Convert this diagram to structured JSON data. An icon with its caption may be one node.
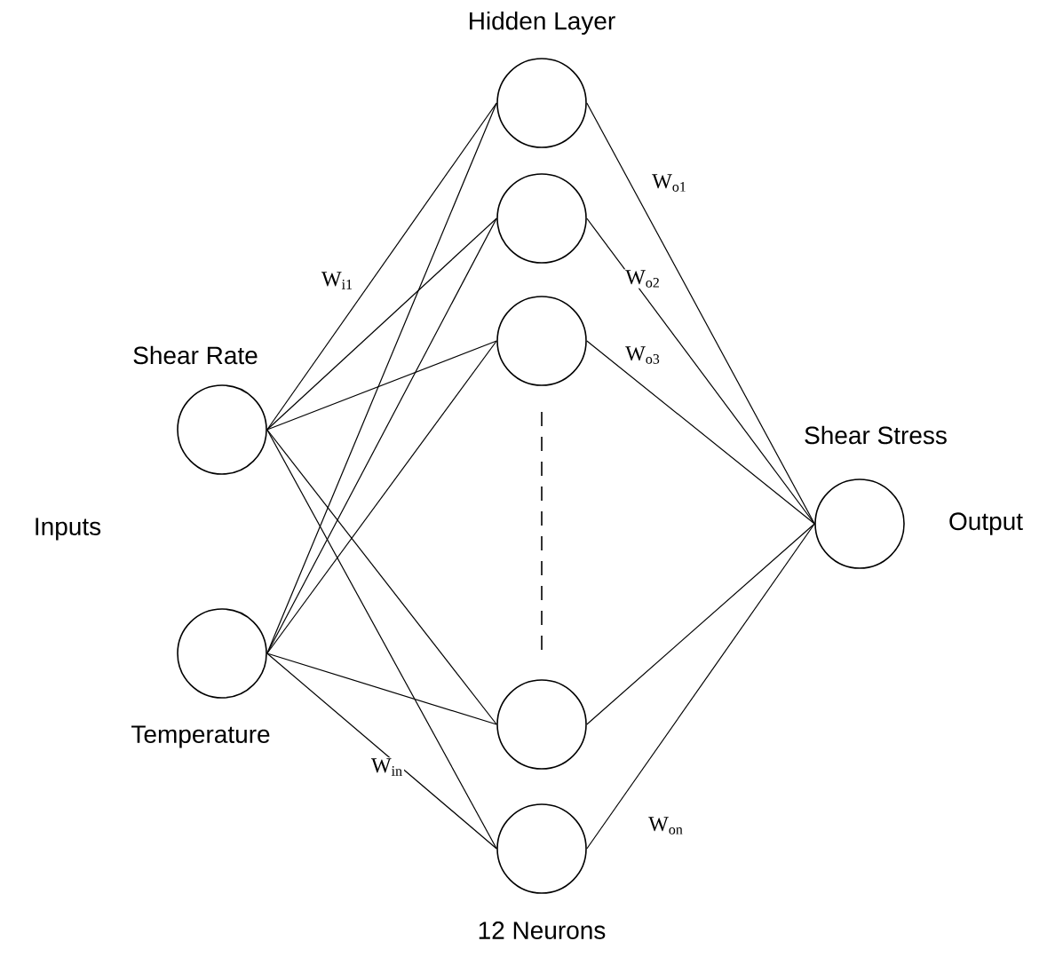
{
  "diagram": {
    "nodes": [
      {
        "text": [
          "Shear Rate"
        ]
      },
      {
        "text": [
          "Temperature"
        ]
      },
      {
        "text": [],
        "shape": "circle"
      },
      {
        "text": [],
        "shape": "circle"
      },
      {
        "text": [],
        "shape": "circle"
      },
      {
        "text": [],
        "shape": "circle"
      },
      {
        "text": [],
        "shape": "circle"
      },
      {
        "text": [
          "Shear Stress"
        ]
      }
    ],
    "edges": [
      {
        "from": 0,
        "to": 2,
        "arrow": "none",
        "label": "W$_{i1}$"
      },
      {
        "from": 0,
        "to": 3,
        "arrow": "none"
      },
      {
        "from": 0,
        "to": 4,
        "arrow": "none"
      },
      {
        "from": 0,
        "to": 5,
        "arrow": "none"
      },
      {
        "from": 0,
        "to": 6,
        "arrow": "none"
      },
      {
        "from": 1,
        "to": 2,
        "arrow": "none"
      },
      {
        "from": 1,
        "to": 3,
        "arrow": "none"
      },
      {
        "from": 1,
        "to": 4,
        "arrow": "none"
      },
      {
        "from": 1,
        "to": 5,
        "arrow": "none"
      },
      {
        "from": 1,
        "to": 6,
        "arrow": "none",
        "label": "W$_{in}$"
      },
      {
        "from": 2,
        "to": 7,
        "arrow": "none",
        "label": "W$_{o1}$"
      },
      {
        "from": 3,
        "to": 7,
        "arrow": "none",
        "label": "W$_{o2}$"
      },
      {
        "from": 4,
        "to": 7,
        "arrow": "none",
        "label": "W$_{o3}$"
      },
      {
        "from": 5,
        "to": 7,
        "arrow": "none"
      },
      {
        "from": 6,
        "to": 7,
        "arrow": "none",
        "label": "W$_{on}$"
      }
    ],
    "labels": [
      "Hidden Layer",
      "Inputs",
      "Output",
      "12 Neurons"
    ]
  }
}
